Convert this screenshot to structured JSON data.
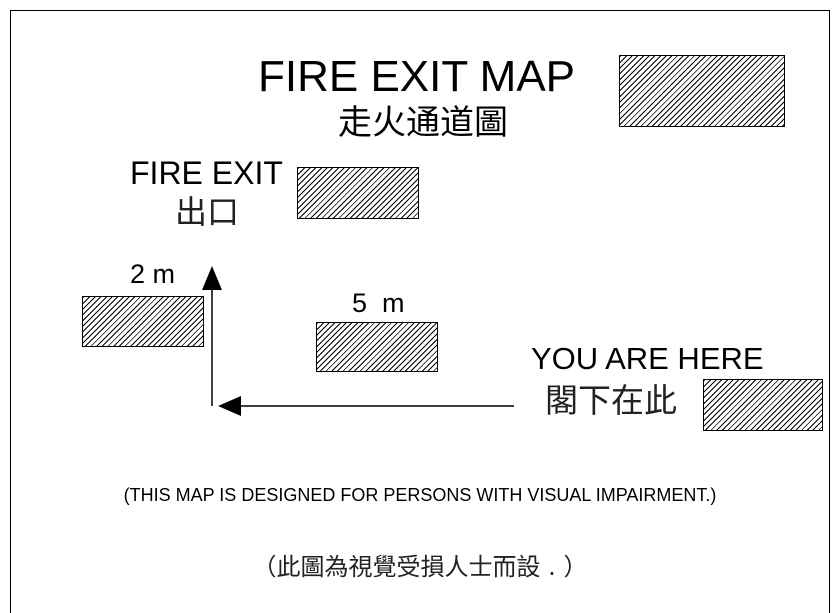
{
  "title": "FIRE EXIT MAP",
  "title_zh": "走火通道圖",
  "exit_label": "FIRE EXIT",
  "exit_label_zh": "出口",
  "dist_vertical": "2 m",
  "dist_horizontal": "5  m",
  "you_are_here": "YOU ARE HERE",
  "you_are_here_zh": "閣下在此",
  "notice": "(THIS MAP IS DESIGNED FOR PERSONS WITH VISUAL IMPAIRMENT.)",
  "notice_zh": "（此圖為視覺受損人士而設 . ）"
}
